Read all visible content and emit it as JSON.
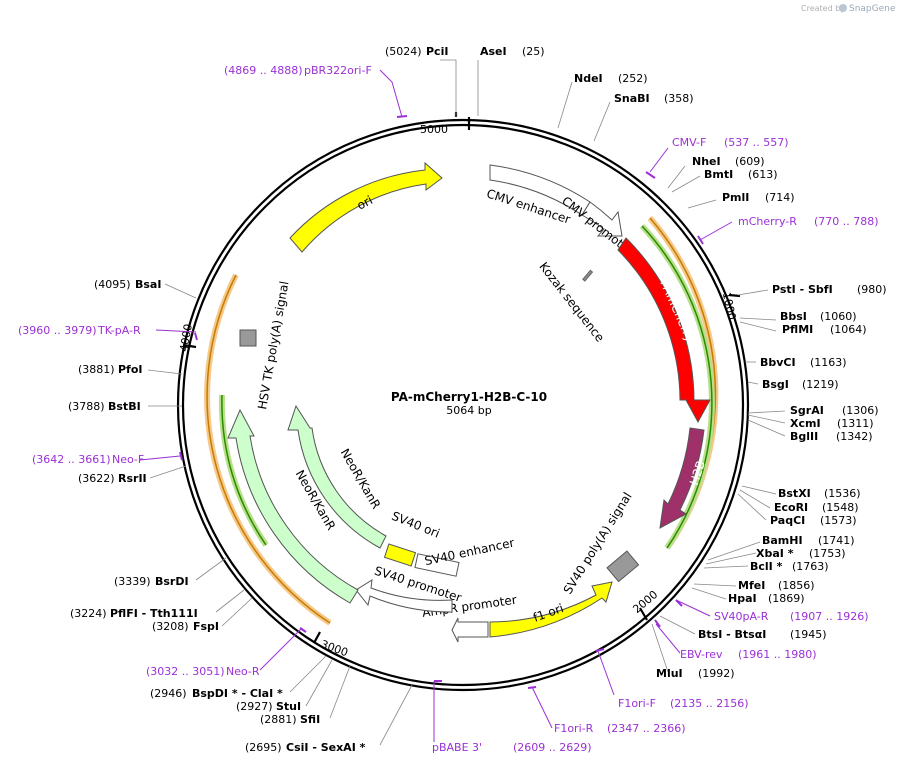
{
  "app": {
    "brand_prefix": "Created by",
    "brand_name": "SnapGene"
  },
  "plasmid": {
    "name": "PA-mCherry1-H2B-C-10",
    "size_label": "5064 bp",
    "length": 5064
  },
  "ticks": [
    "1000",
    "2000",
    "3000",
    "4000",
    "5000"
  ],
  "sites": [
    {
      "name": "PciI",
      "pos": "(5024)",
      "order": "pos-first"
    },
    {
      "name": "AseI",
      "pos": "(25)"
    },
    {
      "name": "NdeI",
      "pos": "(252)"
    },
    {
      "name": "SnaBI",
      "pos": "(358)"
    },
    {
      "name": "NheI",
      "pos": "(609)"
    },
    {
      "name": "BmtI",
      "pos": "(613)"
    },
    {
      "name": "PmlI",
      "pos": "(714)"
    },
    {
      "name": "PstI - SbfI",
      "pos": "(980)"
    },
    {
      "name": "BbsI",
      "pos": "(1060)"
    },
    {
      "name": "PflMI",
      "pos": "(1064)"
    },
    {
      "name": "BbvCI",
      "pos": "(1163)"
    },
    {
      "name": "BsgI",
      "pos": "(1219)"
    },
    {
      "name": "SgrAI",
      "pos": "(1306)"
    },
    {
      "name": "XcmI",
      "pos": "(1311)"
    },
    {
      "name": "BglII",
      "pos": "(1342)"
    },
    {
      "name": "BstXI",
      "pos": "(1536)"
    },
    {
      "name": "EcoRI",
      "pos": "(1548)"
    },
    {
      "name": "PaqCI",
      "pos": "(1573)"
    },
    {
      "name": "BamHI",
      "pos": "(1741)"
    },
    {
      "name": "XbaI *",
      "pos": "(1753)"
    },
    {
      "name": "BclI *",
      "pos": "(1763)"
    },
    {
      "name": "MfeI",
      "pos": "(1856)"
    },
    {
      "name": "HpaI",
      "pos": "(1869)"
    },
    {
      "name": "BtsI - BtsαI",
      "pos": "(1945)"
    },
    {
      "name": "MluI",
      "pos": "(1992)"
    },
    {
      "name": "CsiI - SexAI *",
      "pos": "(2695)"
    },
    {
      "name": "SfiI",
      "pos": "(2881)"
    },
    {
      "name": "StuI",
      "pos": "(2927)"
    },
    {
      "name": "BspDI * - ClaI *",
      "pos": "(2946)"
    },
    {
      "name": "FspI",
      "pos": "(3208)"
    },
    {
      "name": "PflFI - Tth111I",
      "pos": "(3224)"
    },
    {
      "name": "BsrDI",
      "pos": "(3339)"
    },
    {
      "name": "RsrII",
      "pos": "(3622)"
    },
    {
      "name": "BstBI",
      "pos": "(3788)"
    },
    {
      "name": "PfoI",
      "pos": "(3881)"
    },
    {
      "name": "BsaI",
      "pos": "(4095)"
    }
  ],
  "primers": [
    {
      "name": "pBR322ori-F",
      "range": "(4869 .. 4888)"
    },
    {
      "name": "CMV-F",
      "range": "(537 .. 557)"
    },
    {
      "name": "mCherry-R",
      "range": "(770 .. 788)"
    },
    {
      "name": "SV40pA-R",
      "range": "(1907 .. 1926)"
    },
    {
      "name": "EBV-rev",
      "range": "(1961 .. 1980)"
    },
    {
      "name": "F1ori-F",
      "range": "(2135 .. 2156)"
    },
    {
      "name": "F1ori-R",
      "range": "(2347 .. 2366)"
    },
    {
      "name": "pBABE 3'",
      "range": "(2609 .. 2629)"
    },
    {
      "name": "Neo-R",
      "range": "(3032 .. 3051)"
    },
    {
      "name": "Neo-F",
      "range": "(3642 .. 3661)"
    },
    {
      "name": "TK-pA-R",
      "range": "(3960 .. 3979)"
    }
  ],
  "features": [
    {
      "name": "ori",
      "color": "#ffff00"
    },
    {
      "name": "CMV enhancer",
      "color": "#ffffff"
    },
    {
      "name": "CMV promoter",
      "color": "#ffffff"
    },
    {
      "name": "Kozak sequence",
      "color": "#888888"
    },
    {
      "name": "PAmCherry1",
      "color": "#ff0000"
    },
    {
      "name": "H2B",
      "color": "#a0306a"
    },
    {
      "name": "SV40 poly(A) signal",
      "color": "#999999"
    },
    {
      "name": "f1 ori",
      "color": "#ffff00"
    },
    {
      "name": "AmpR promoter",
      "color": "#ffffff"
    },
    {
      "name": "SV40 promoter",
      "color": "#ffffff"
    },
    {
      "name": "SV40 ori",
      "color": "#ffff00"
    },
    {
      "name": "SV40 enhancer",
      "color": "#ffffff"
    },
    {
      "name": "NeoR/KanR",
      "color": "#ccffcc"
    },
    {
      "name": "HSV TK poly(A) signal",
      "color": "#999999"
    }
  ]
}
